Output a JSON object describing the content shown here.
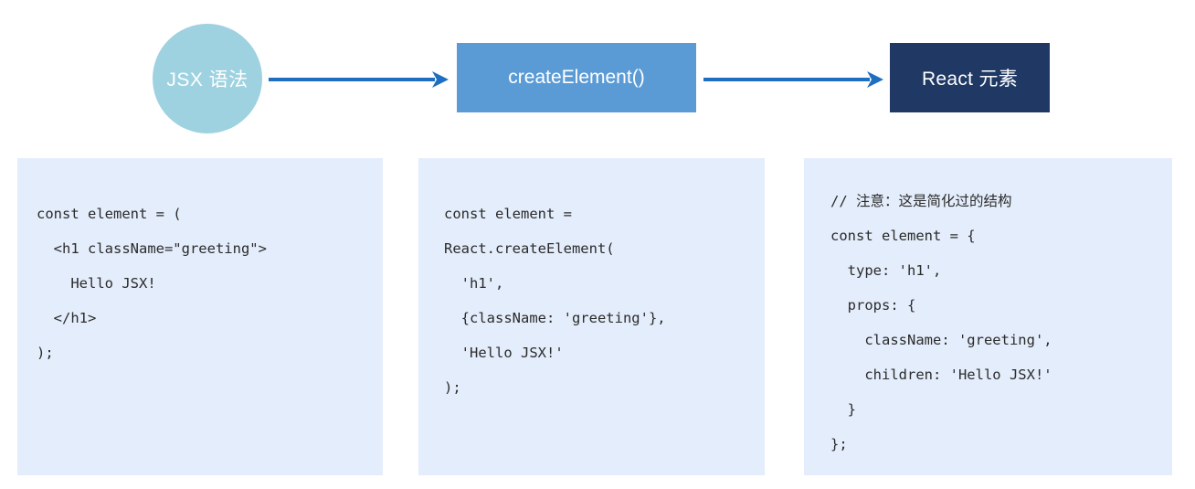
{
  "diagram": {
    "title_flow": "JSX 语法 → createElement() → React 元素",
    "nodes": [
      {
        "id": "jsx-syntax",
        "label": "JSX 语法",
        "shape": "circle",
        "color": "#9ed2e0"
      },
      {
        "id": "create-element",
        "label": "createElement()",
        "shape": "rectangle",
        "color": "#5b9bd5"
      },
      {
        "id": "react-element",
        "label": "React 元素",
        "shape": "rectangle",
        "color": "#1f3864"
      }
    ],
    "arrows": [
      {
        "id": "arrow-1",
        "from": "jsx-syntax",
        "to": "create-element",
        "color": "#1f6fc0"
      },
      {
        "id": "arrow-2",
        "from": "create-element",
        "to": "react-element",
        "color": "#1f6fc0"
      }
    ]
  },
  "panels": [
    {
      "id": "jsx-source",
      "background": "#e4edfb",
      "lines": [
        "const element = (",
        "  <h1 className=\"greeting\">",
        "    Hello JSX!",
        "  </h1>",
        ");"
      ]
    },
    {
      "id": "createelement-call",
      "background": "#e4edfb",
      "lines": [
        "const element =",
        "React.createElement(",
        "  'h1',",
        "  {className: 'greeting'},",
        "  'Hello JSX!'",
        ");"
      ]
    },
    {
      "id": "react-element-object",
      "background": "#e4edfb",
      "lines": [
        "// 注意：这是简化过的结构",
        "const element = {",
        "  type: 'h1',",
        "  props: {",
        "    className: 'greeting',",
        "    children: 'Hello JSX!'",
        "  }",
        "};"
      ]
    }
  ],
  "colors": {
    "page_background": "#ffffff",
    "panel_background": "#e4edfb",
    "circle_fill": "#9ed2e0",
    "box_blue_fill": "#5b9bd5",
    "box_dark_fill": "#1f3864",
    "arrow_stroke": "#1f6fc0",
    "code_text": "#2b2b2b"
  }
}
